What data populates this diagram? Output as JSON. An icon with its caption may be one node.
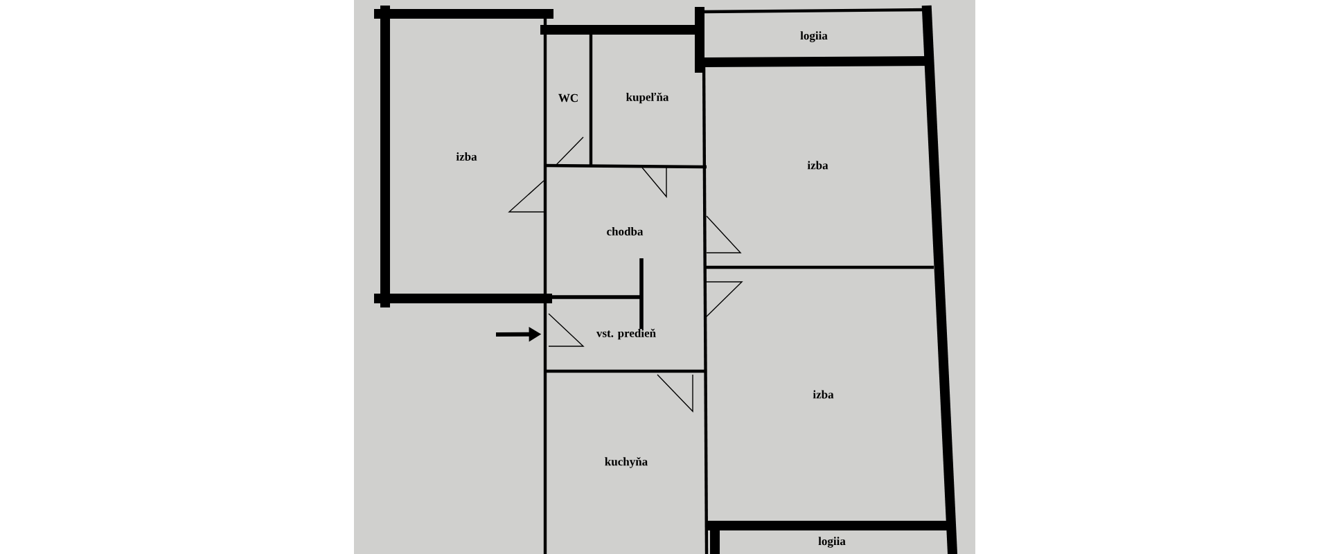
{
  "diagram": {
    "nodes": [
      {
        "text": [
          "izba"
        ]
      },
      {
        "text": [
          "WC"
        ]
      },
      {
        "text": [
          "kupeľňa"
        ]
      },
      {
        "text": [
          "logiia"
        ]
      },
      {
        "text": [
          "izba"
        ]
      },
      {
        "text": [
          "chodba"
        ]
      },
      {
        "text": [
          "izba"
        ]
      },
      {
        "text": [
          "vst. predieň"
        ]
      },
      {
        "text": [
          "kuchyňa"
        ]
      },
      {
        "text": [
          "logiia"
        ]
      }
    ],
    "edges": [
      {
        "from": null,
        "to": 7,
        "arrow": "to"
      }
    ]
  }
}
